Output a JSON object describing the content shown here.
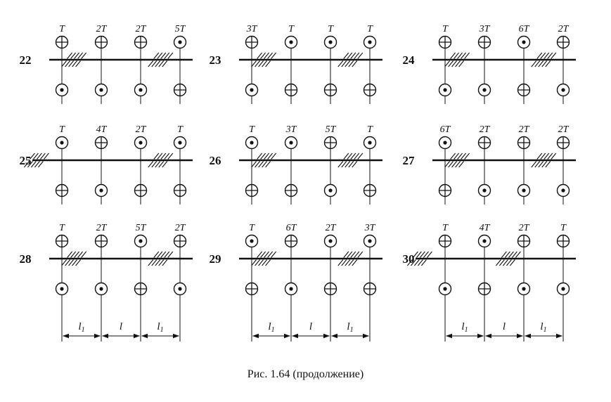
{
  "figure": {
    "caption": "Рис. 1.64 (продолжение)",
    "dimension_labels": [
      {
        "base": "l",
        "sub": "1"
      },
      {
        "base": "l",
        "sub": ""
      },
      {
        "base": "l",
        "sub": "1"
      }
    ],
    "diagrams": [
      {
        "number": "22",
        "labels": [
          "T",
          "2T",
          "2T",
          "5T"
        ],
        "top_symbols": [
          "cross",
          "cross",
          "cross",
          "dot"
        ],
        "bottom_symbols": [
          "dot",
          "dot",
          "dot",
          "cross"
        ],
        "supports": [
          0.35,
          2.55
        ],
        "fixed_left_end": false
      },
      {
        "number": "23",
        "labels": [
          "3T",
          "T",
          "T",
          "T"
        ],
        "top_symbols": [
          "cross",
          "dot",
          "dot",
          "dot"
        ],
        "bottom_symbols": [
          "dot",
          "cross",
          "cross",
          "cross"
        ],
        "supports": [
          0.35,
          2.55
        ],
        "fixed_left_end": false
      },
      {
        "number": "24",
        "labels": [
          "T",
          "3T",
          "6T",
          "2T"
        ],
        "top_symbols": [
          "cross",
          "cross",
          "dot",
          "cross"
        ],
        "bottom_symbols": [
          "dot",
          "dot",
          "cross",
          "dot"
        ],
        "supports": [
          0.35,
          2.55
        ],
        "fixed_left_end": false
      },
      {
        "number": "25",
        "labels": [
          "T",
          "4T",
          "2T",
          "T"
        ],
        "top_symbols": [
          "dot",
          "cross",
          "dot",
          "dot"
        ],
        "bottom_symbols": [
          "cross",
          "dot",
          "cross",
          "cross"
        ],
        "supports": [
          -0.6,
          2.55
        ],
        "fixed_left_end": true
      },
      {
        "number": "26",
        "labels": [
          "T",
          "3T",
          "5T",
          "T"
        ],
        "top_symbols": [
          "dot",
          "dot",
          "cross",
          "dot"
        ],
        "bottom_symbols": [
          "cross",
          "cross",
          "dot",
          "cross"
        ],
        "supports": [
          0.35,
          2.55
        ],
        "fixed_left_end": false
      },
      {
        "number": "27",
        "labels": [
          "6T",
          "2T",
          "2T",
          "2T"
        ],
        "top_symbols": [
          "dot",
          "cross",
          "cross",
          "cross"
        ],
        "bottom_symbols": [
          "cross",
          "dot",
          "dot",
          "dot"
        ],
        "supports": [
          0.35,
          2.55
        ],
        "fixed_left_end": false
      },
      {
        "number": "28",
        "labels": [
          "T",
          "2T",
          "5T",
          "2T"
        ],
        "top_symbols": [
          "cross",
          "cross",
          "dot",
          "cross"
        ],
        "bottom_symbols": [
          "dot",
          "dot",
          "cross",
          "dot"
        ],
        "supports": [
          0.35,
          2.55
        ],
        "fixed_left_end": false
      },
      {
        "number": "29",
        "labels": [
          "T",
          "6T",
          "2T",
          "3T"
        ],
        "top_symbols": [
          "dot",
          "cross",
          "dot",
          "dot"
        ],
        "bottom_symbols": [
          "cross",
          "dot",
          "cross",
          "cross"
        ],
        "supports": [
          0.35,
          2.55
        ],
        "fixed_left_end": false
      },
      {
        "number": "30",
        "labels": [
          "T",
          "4T",
          "2T",
          "T"
        ],
        "top_symbols": [
          "cross",
          "dot",
          "cross",
          "cross"
        ],
        "bottom_symbols": [
          "dot",
          "cross",
          "dot",
          "dot"
        ],
        "supports": [
          -0.6,
          1.65
        ],
        "fixed_left_end": true
      }
    ]
  },
  "colors": {
    "ink": "#111111",
    "background": "#ffffff"
  }
}
